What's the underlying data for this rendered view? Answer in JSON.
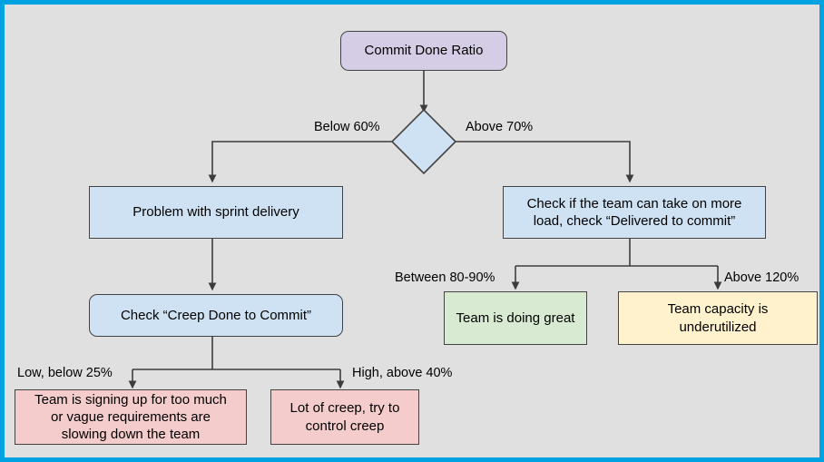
{
  "theme": {
    "page_background": "#e0e0e0",
    "frame_border": "#00a2e1",
    "node_border": "#434343",
    "line_color": "#3c3c3c",
    "purple_fill": "#d5cde5",
    "blue_fill": "#cfe2f3",
    "pink_fill": "#f4cccc",
    "green_fill": "#d9ead3",
    "yellow_fill": "#fff2cc"
  },
  "diagram": {
    "type": "flowchart",
    "nodes": {
      "root": {
        "label": "Commit Done Ratio",
        "shape": "rounded-rect",
        "fill": "#d5cde5"
      },
      "decision": {
        "label": "",
        "shape": "diamond",
        "fill": "#cfe2f3"
      },
      "problem_sprint": {
        "label": "Problem with sprint delivery",
        "shape": "rect",
        "fill": "#cfe2f3"
      },
      "check_more_load": {
        "label": "Check if the team can take on more load, check “Delivered to commit”",
        "line1": "Check if the team can take on more",
        "line2": "load, check “Delivered to commit”",
        "shape": "rect",
        "fill": "#cfe2f3"
      },
      "check_creep": {
        "label": "Check “Creep Done to Commit”",
        "shape": "rounded-rect",
        "fill": "#cfe2f3"
      },
      "signing_up": {
        "line1": "Team is signing up for too much",
        "line2": "or vague requirements are",
        "line3": "slowing down the team",
        "shape": "rect",
        "fill": "#f4cccc"
      },
      "lot_of_creep": {
        "line1": "Lot of creep, try to",
        "line2": "control creep",
        "shape": "rect",
        "fill": "#f4cccc"
      },
      "doing_great": {
        "label": "Team is doing great",
        "shape": "rect",
        "fill": "#d9ead3"
      },
      "underutilized": {
        "line1": "Team capacity is",
        "line2": "underutilized",
        "shape": "rect",
        "fill": "#fff2cc"
      }
    },
    "edge_labels": {
      "below_60": "Below 60%",
      "above_70": "Above 70%",
      "between_80_90": "Between 80-90%",
      "above_120": "Above 120%",
      "low_below_25": "Low, below 25%",
      "high_above_40": "High, above 40%"
    }
  }
}
